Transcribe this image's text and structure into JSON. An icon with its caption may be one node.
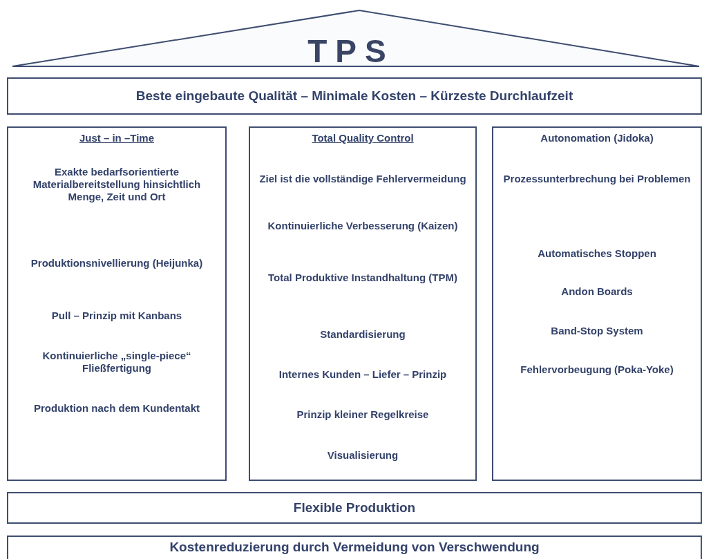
{
  "diagram": {
    "nodes": [
      {
        "text": [
          "TPS"
        ]
      },
      {
        "text": [
          "Beste eingebaute Qualität – Minimale Kosten – Kürzeste Durchlaufzeit"
        ]
      },
      {
        "text": [
          "Just – in –Time",
          "Exakte bedarfsorientierte Materialbereitstellung hinsichtlich Menge, Zeit und Ort",
          "Produktionsnivellierung (Heijunka)",
          "Pull – Prinzip mit Kanbans",
          "Kontinuierliche „single-piece“ Fließfertigung",
          "Produktion nach dem Kundentakt"
        ]
      },
      {
        "text": [
          "Total Quality Control",
          "Ziel ist die vollständige Fehlervermeidung",
          "Kontinuierliche Verbesserung (Kaizen)",
          "Total Produktive Instandhaltung (TPM)",
          "Standardisierung",
          "Internes Kunden – Liefer – Prinzip",
          "Prinzip kleiner Regelkreise",
          "Visualisierung"
        ]
      },
      {
        "text": [
          "Autonomation (Jidoka)",
          "Prozessunterbrechung bei Problemen",
          "Automatisches Stoppen",
          "Andon Boards",
          "Band-Stop System",
          "Fehlervorbeugung (Poka-Yoke)"
        ]
      },
      {
        "text": [
          "Flexible Produktion"
        ]
      },
      {
        "text": [
          "Kostenreduzierung durch Vermeidung von Verschwendung"
        ]
      }
    ]
  }
}
